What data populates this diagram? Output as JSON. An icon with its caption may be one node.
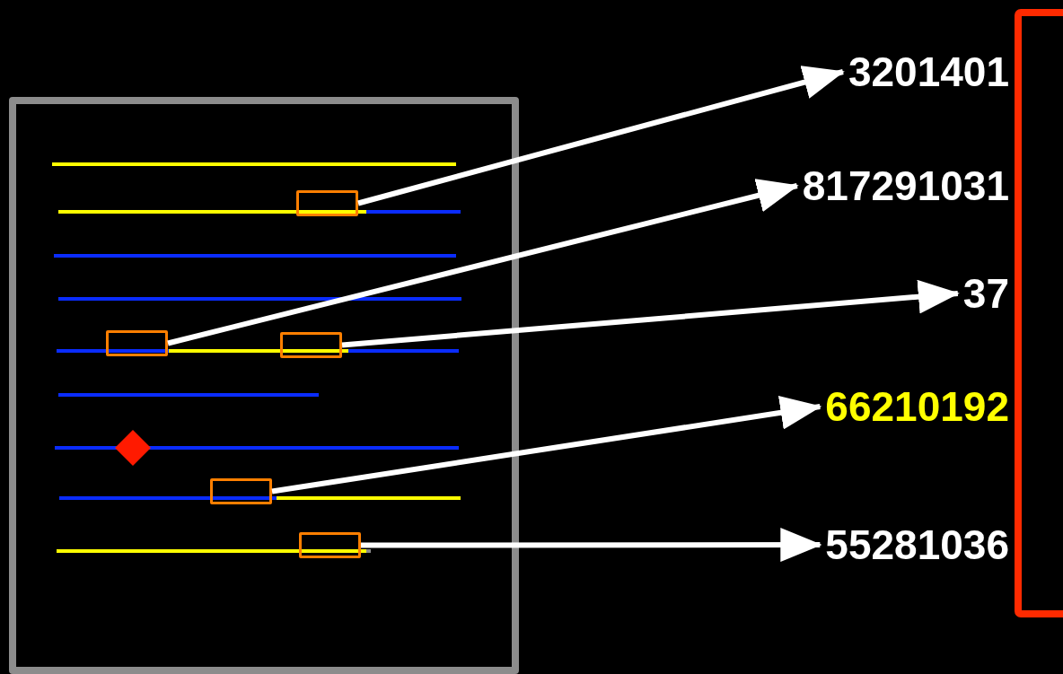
{
  "diagram": {
    "nodes": [
      {
        "text": [],
        "shape": "box"
      },
      {
        "text": [],
        "shape": "box",
        "in": 0
      },
      {
        "text": [],
        "shape": "box",
        "in": 0
      },
      {
        "text": [],
        "shape": "box",
        "in": 0
      },
      {
        "text": [],
        "shape": "box",
        "in": 0
      },
      {
        "text": [],
        "shape": "box",
        "in": 0
      },
      {
        "text": [
          "3201401"
        ]
      },
      {
        "text": [
          "817291031"
        ]
      },
      {
        "text": [
          "37"
        ]
      },
      {
        "text": [
          "66210192"
        ]
      },
      {
        "text": [
          "55281036"
        ]
      }
    ],
    "edges": [
      {
        "from": 1,
        "to": 6,
        "arrow": "to"
      },
      {
        "from": 2,
        "to": 7,
        "arrow": "to"
      },
      {
        "from": 3,
        "to": 8,
        "arrow": "to"
      },
      {
        "from": 4,
        "to": 9,
        "arrow": "to"
      },
      {
        "from": 5,
        "to": 10,
        "arrow": "to"
      }
    ]
  }
}
